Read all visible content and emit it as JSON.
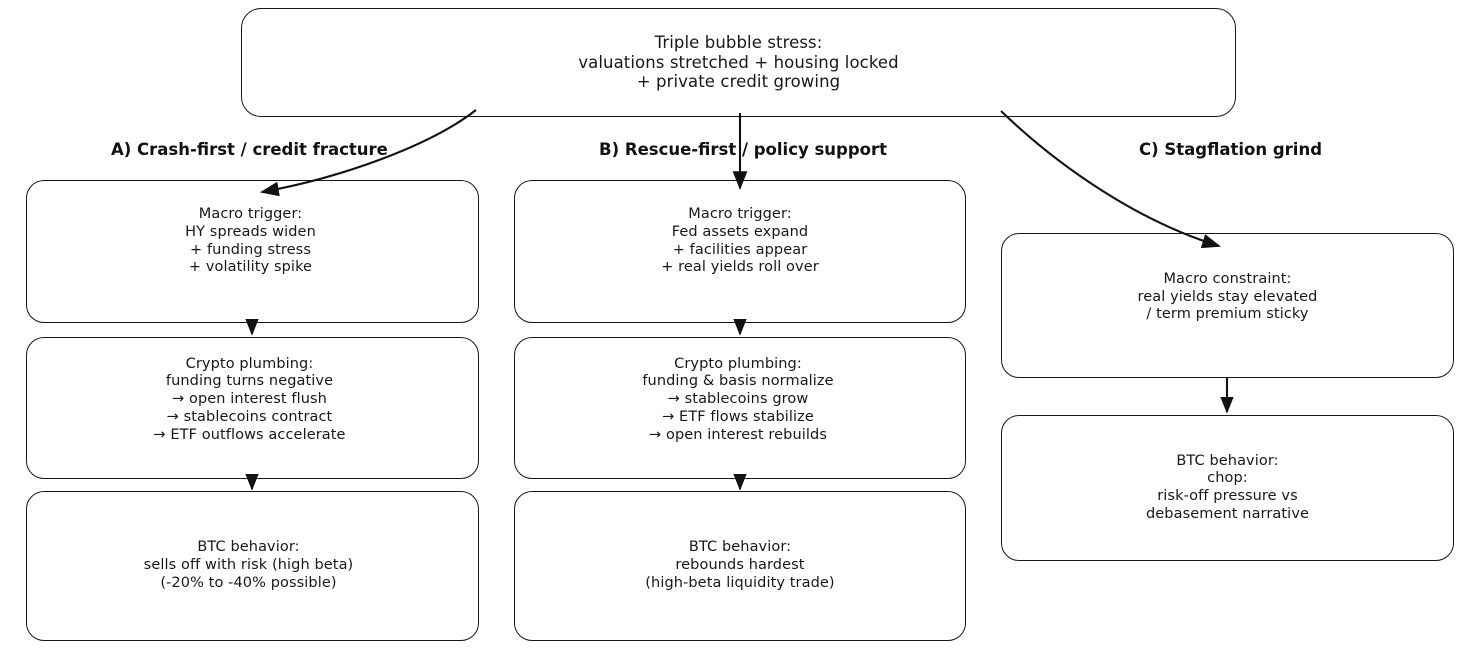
{
  "diagram": {
    "title_node": {
      "id": "triple-bubble-stress",
      "text": "Triple bubble stress:\nvaluations stretched + housing locked\n+ private credit growing"
    },
    "columns": [
      {
        "id": "A",
        "header": "A) Crash-first / credit fracture",
        "nodes": [
          {
            "id": "a1",
            "name": "macro-trigger",
            "text": "Macro trigger:\nHY spreads widen\n+ funding stress\n+ volatility spike"
          },
          {
            "id": "a2",
            "name": "crypto-plumbing",
            "text": "Crypto plumbing:\nfunding turns negative\n→ open interest flush\n→ stablecoins contract\n→ ETF outflows accelerate"
          },
          {
            "id": "a3",
            "name": "btc-behavior",
            "text": "BTC behavior:\nsells off with risk (high beta)\n(-20% to -40% possible)"
          }
        ]
      },
      {
        "id": "B",
        "header": "B) Rescue-first / policy support",
        "nodes": [
          {
            "id": "b1",
            "name": "macro-trigger",
            "text": "Macro trigger:\nFed assets expand\n+ facilities appear\n+ real yields roll over"
          },
          {
            "id": "b2",
            "name": "crypto-plumbing",
            "text": "Crypto plumbing:\nfunding & basis normalize\n→ stablecoins grow\n→ ETF flows stabilize\n→ open interest rebuilds"
          },
          {
            "id": "b3",
            "name": "btc-behavior",
            "text": "BTC behavior:\nrebounds hardest\n(high-beta liquidity trade)"
          }
        ]
      },
      {
        "id": "C",
        "header": "C) Stagflation grind",
        "nodes": [
          {
            "id": "c1",
            "name": "macro-constraint",
            "text": "Macro constraint:\nreal yields stay elevated\n/ term premium sticky"
          },
          {
            "id": "c2",
            "name": "btc-behavior",
            "text": "BTC behavior:\nchop:\nrisk-off pressure vs\ndebasement narrative"
          }
        ]
      }
    ],
    "colors": {
      "background": "#ffffff",
      "node_border": "#16181a",
      "node_fill": "#ffffff",
      "text": "#16181a",
      "arrow": "#101214"
    }
  }
}
